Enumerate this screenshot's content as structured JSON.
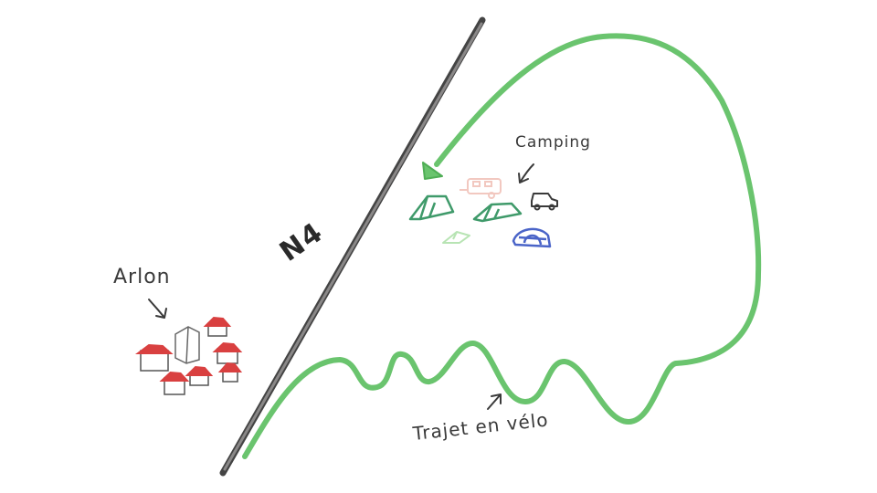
{
  "labels": {
    "town": "Arlon",
    "campsite": "Camping",
    "route": "Trajet en vélo",
    "road": "N4"
  },
  "colors": {
    "road": "#666464",
    "route": "#6ac46e",
    "roofs": "#d94040",
    "tents": "#3f9a6a",
    "tent_light": "#b8e4b4",
    "caravan": "#f2c8c0",
    "blue_tent": "#4a64c8",
    "ink": "#3a3a3a"
  },
  "icons": [
    "house-icon",
    "tower-icon",
    "tent-icon",
    "caravan-icon",
    "car-icon"
  ]
}
